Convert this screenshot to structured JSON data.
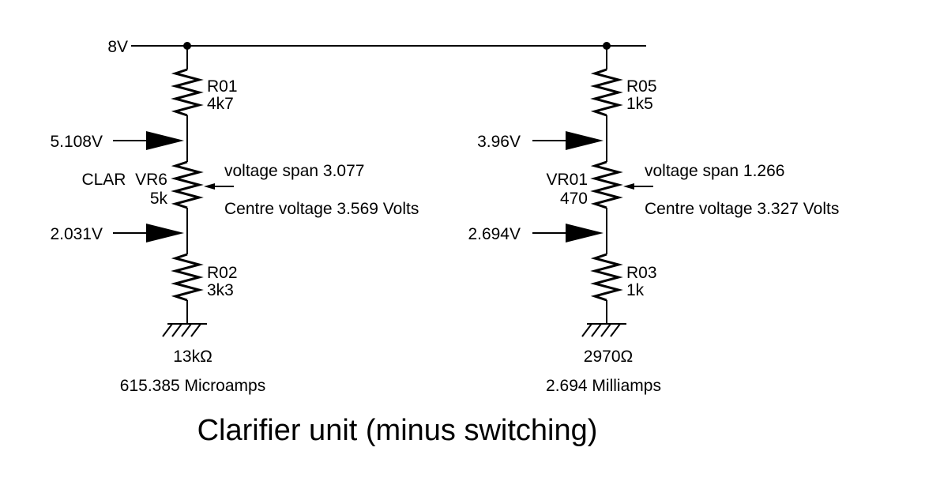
{
  "supply": {
    "label": "8V"
  },
  "left": {
    "r_top": {
      "name": "R01",
      "value": "4k7"
    },
    "tap_top": {
      "voltage": "5.108V"
    },
    "pot": {
      "name": "CLAR  VR6",
      "value": "5k"
    },
    "span": "voltage span 3.077",
    "centre": "Centre voltage 3.569 Volts",
    "tap_bottom": {
      "voltage": "2.031V"
    },
    "r_bottom": {
      "name": "R02",
      "value": "3k3"
    },
    "total_resistance": "13kΩ",
    "current": "615.385 Microamps"
  },
  "right": {
    "r_top": {
      "name": "R05",
      "value": "1k5"
    },
    "tap_top": {
      "voltage": "3.96V"
    },
    "pot": {
      "name": "VR01",
      "value": "470"
    },
    "span": "voltage span 1.266",
    "centre": "Centre voltage 3.327 Volts",
    "tap_bottom": {
      "voltage": "2.694V"
    },
    "r_bottom": {
      "name": "R03",
      "value": "1k"
    },
    "total_resistance": "2970Ω",
    "current": "2.694 Milliamps"
  },
  "caption": "Clarifier unit (minus switching)"
}
